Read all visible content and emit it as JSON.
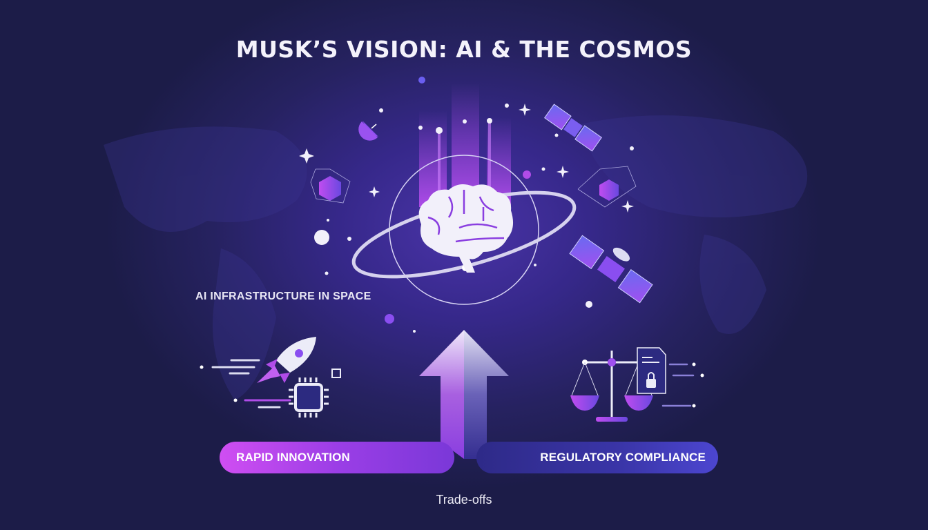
{
  "title": "MUSK’S VISION: AI & THE COSMOS",
  "labels": {
    "infrastructure": "AI INFRASTRUCTURE IN SPACE",
    "left_pill": "RAPID INNOVATION",
    "right_pill": "REGULATORY COMPLIANCE",
    "footer": "Trade-offs"
  },
  "icons": [
    "brain-icon",
    "orbit-ring-icon",
    "satellite-icon",
    "satellite-dish-icon",
    "hexagon-network-icon",
    "rocket-icon",
    "microchip-icon",
    "scales-icon",
    "locked-document-icon",
    "up-arrow-icon",
    "sparkle-star-icon"
  ],
  "colors": {
    "background": "#1c1c48",
    "accent_purple": "#b44cf0",
    "accent_indigo": "#4c46d0",
    "text": "#f4f2fb"
  }
}
